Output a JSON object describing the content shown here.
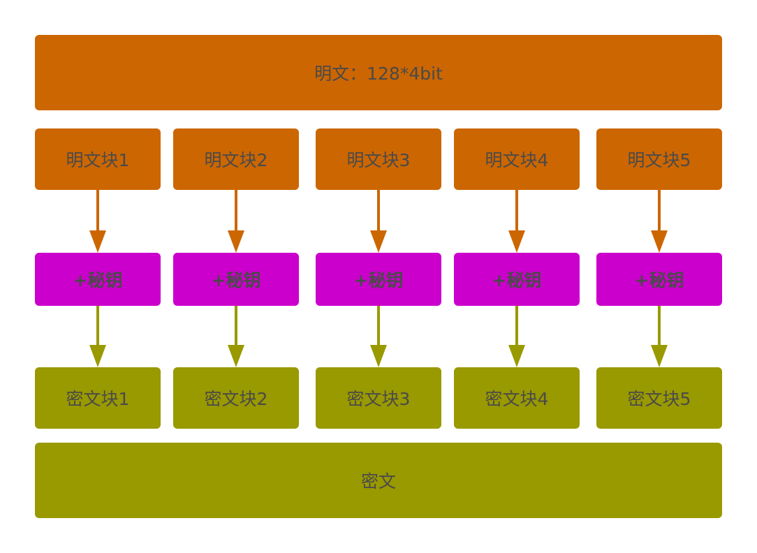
{
  "colors": {
    "plaintext": "#cc6600",
    "key": "#cc00cc",
    "ciphertext": "#999900",
    "text": "#4a4a4a"
  },
  "plaintext_banner": "明文：128*4bit",
  "ciphertext_banner": "密文",
  "blocks": [
    {
      "plain": "明文块1",
      "key": "+秘钥",
      "cipher": "密文块1"
    },
    {
      "plain": "明文块2",
      "key": "+秘钥",
      "cipher": "密文块2"
    },
    {
      "plain": "明文块3",
      "key": "+秘钥",
      "cipher": "密文块3"
    },
    {
      "plain": "明文块4",
      "key": "+秘钥",
      "cipher": "密文块4"
    },
    {
      "plain": "明文块5",
      "key": "+秘钥",
      "cipher": "密文块5"
    }
  ]
}
